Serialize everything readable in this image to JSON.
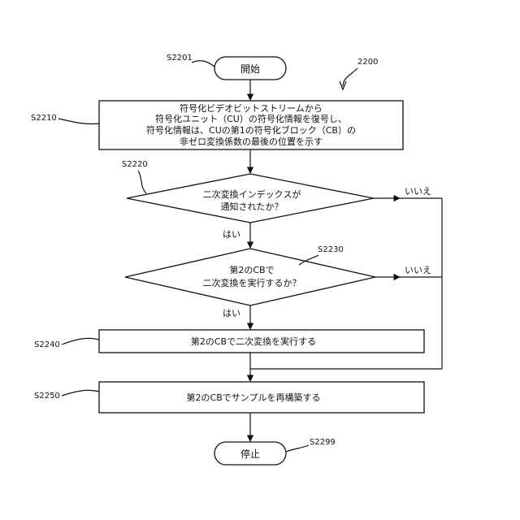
{
  "figure_number": "2200",
  "nodes": {
    "start": {
      "ref": "S2201",
      "text": "開始"
    },
    "s2210": {
      "ref": "S2210",
      "lines": [
        "符号化ビデオビットストリームから",
        "符号化ユニット（CU）の符号化情報を復号し、",
        "符号化情報は、CUの第1の符号化ブロック（CB）の",
        "非ゼロ変換係数の最後の位置を示す"
      ]
    },
    "s2220": {
      "ref": "S2220",
      "lines": [
        "二次変換インデックスが",
        "通知されたか？"
      ]
    },
    "s2230": {
      "ref": "S2230",
      "lines": [
        "第2のCBで",
        "二次変換を実行するか？"
      ]
    },
    "s2240": {
      "ref": "S2240",
      "text": "第2のCBで二次変換を実行する"
    },
    "s2250": {
      "ref": "S2250",
      "text": "第2のCBでサンプルを再構築する"
    },
    "end": {
      "ref": "S2299",
      "text": "停止"
    }
  },
  "edges": {
    "yes_label": "はい",
    "no_label": "いいえ"
  },
  "colors": {
    "line": "#111111",
    "background": "#ffffff"
  }
}
